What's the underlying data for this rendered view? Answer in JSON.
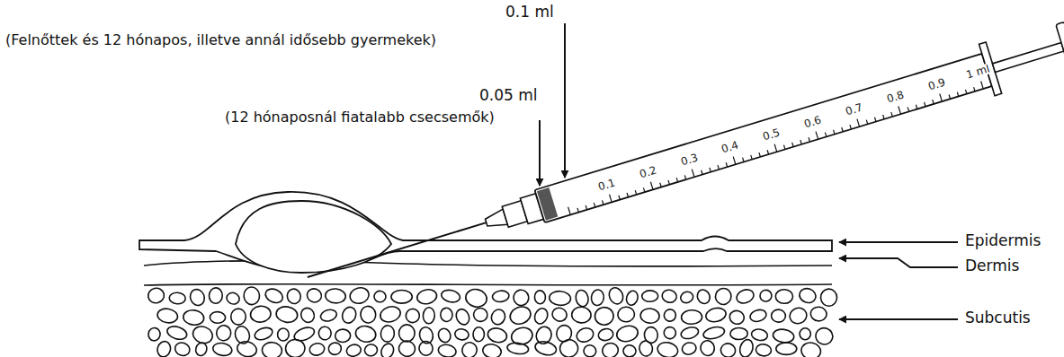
{
  "diagram": {
    "labels": [
      "0.1 ml",
      "(Felnőttek és 12 hónapos, illetve annál idősebb gyermekek)",
      "0.05 ml",
      "(12 hónaposnál fiatalabb csecsemők)",
      "Epidermis",
      "Dermis",
      "Subcutis",
      "0.1",
      "0.2",
      "0.3",
      "0.4",
      "0.5",
      "0.6",
      "0.7",
      "0.8",
      "0.9",
      "1 ml"
    ]
  }
}
